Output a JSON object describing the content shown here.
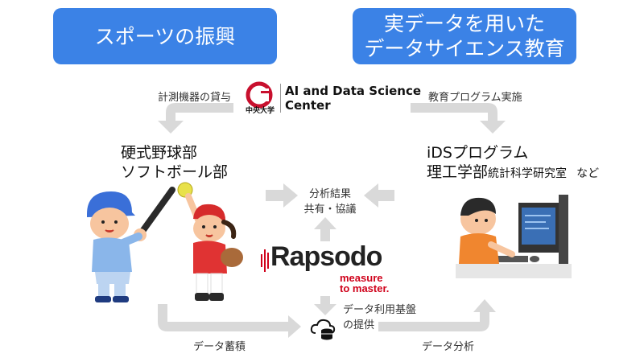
{
  "banners": {
    "left": {
      "lines": [
        "スポーツの振興"
      ]
    },
    "right": {
      "lines": [
        "実データを用いた",
        "データサイエンス教育"
      ]
    }
  },
  "logo_center": {
    "seal_text": "中央大学",
    "name_line1": "AI and Data Science",
    "name_line2": "Center"
  },
  "labels": {
    "equipment_loan": "計測機器の貸与",
    "program_impl": "教育プログラム実施",
    "analysis_results": [
      "分析結果",
      "共有・協議"
    ],
    "data_platform": [
      "データ利用基盤",
      "の提供"
    ],
    "data_storage": "データ蓄積",
    "data_analysis": "データ分析"
  },
  "left_group": {
    "lines": [
      "硬式野球部",
      "ソフトボール部"
    ]
  },
  "right_group": {
    "line1": "iDSプログラム",
    "line2_main": "理工学部",
    "line2_small": "統計科学研究室",
    "line2_suffix": "など"
  },
  "rapsodo": {
    "brand": "Rapsodo",
    "tagline1": "measure",
    "tagline2": "to master.",
    "colors": {
      "brand": "#222222",
      "accent": "#d0021b"
    }
  },
  "colors": {
    "banner": "#3b82e6",
    "arrow": "#d9d9d9",
    "chuo_red": "#c8102e"
  }
}
